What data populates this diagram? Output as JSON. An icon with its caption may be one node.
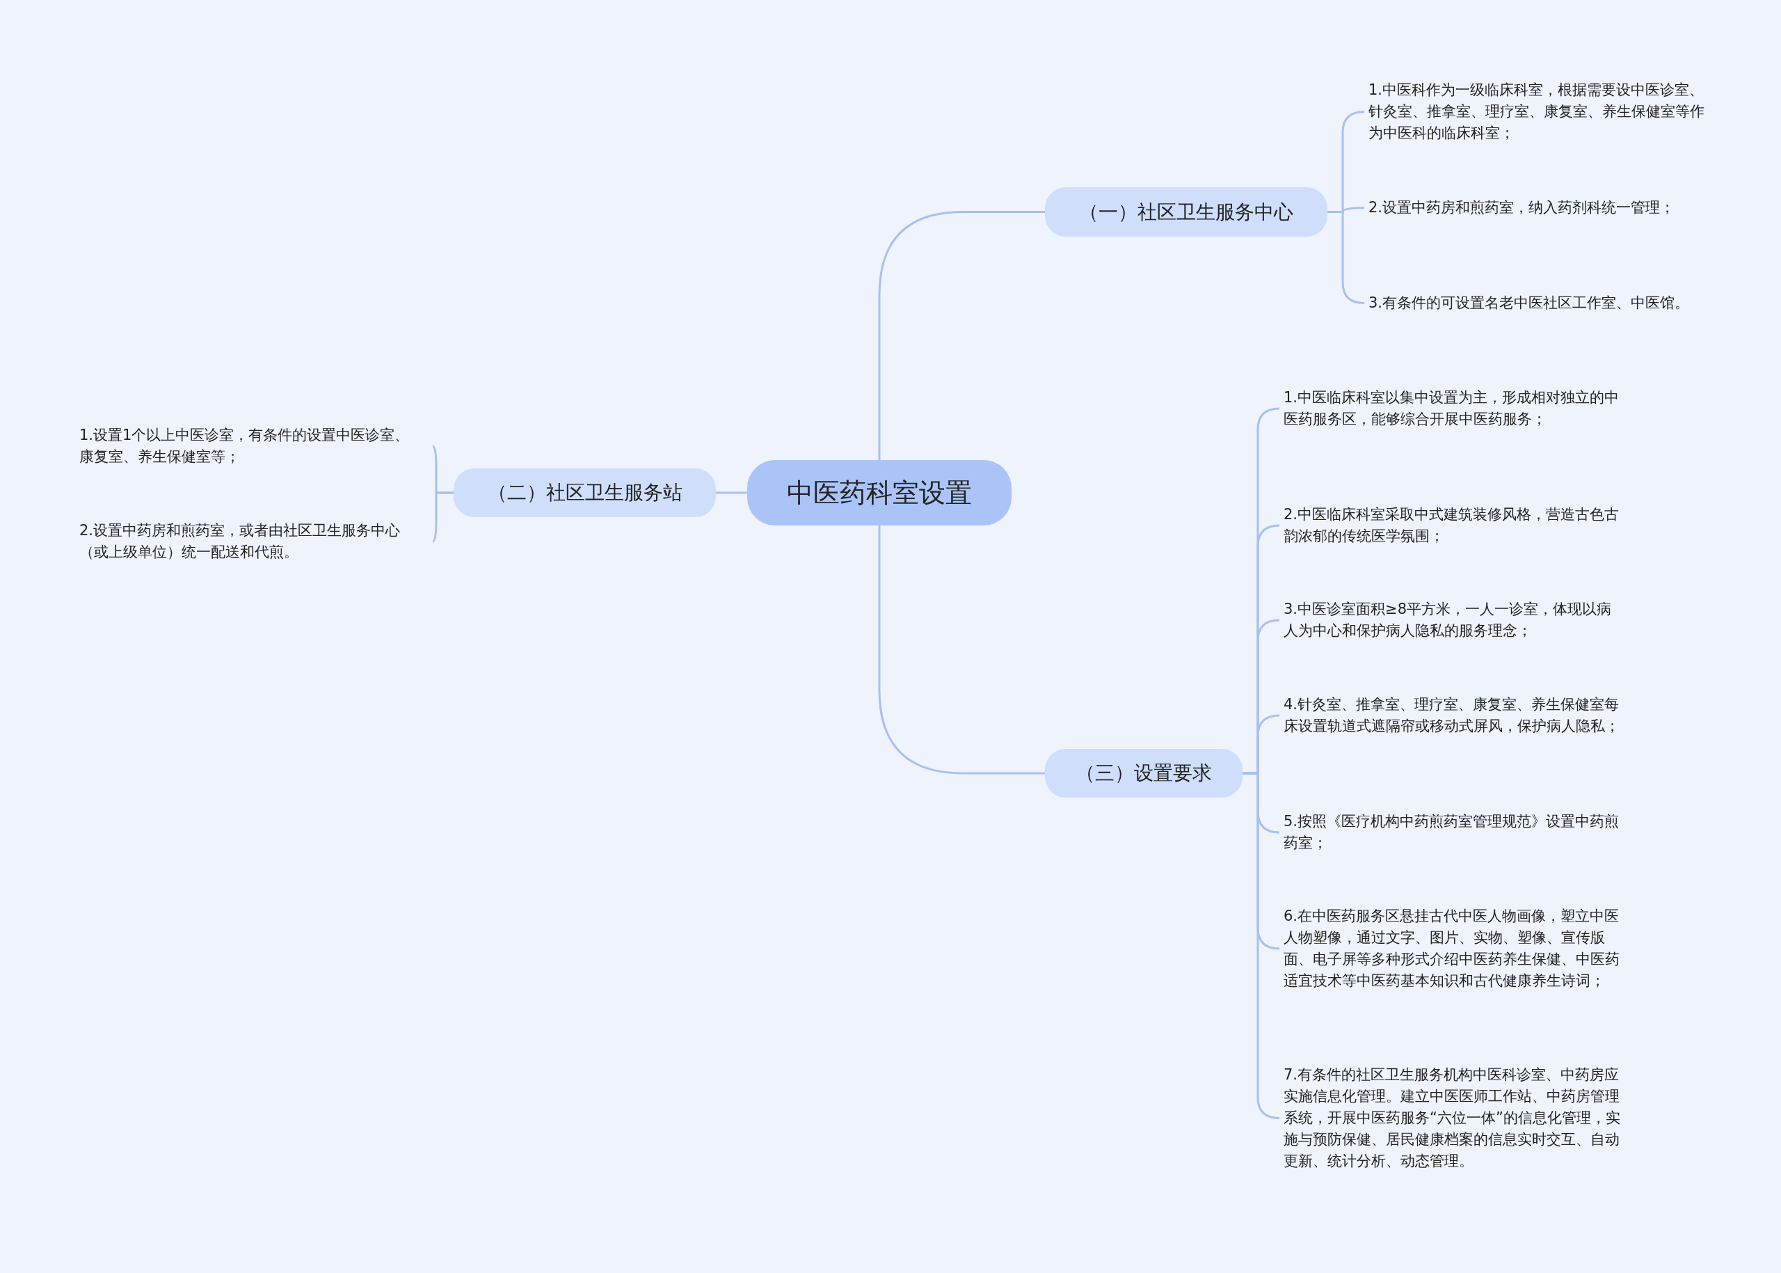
{
  "diagram": {
    "nodes": [
      {
        "text": [
          "中医药科室设置"
        ]
      },
      {
        "text": [
          "（一）社区卫生服务中心"
        ]
      },
      {
        "text": [
          "1.中医科作为一级临床科室，根据需要设中医诊室、针灸室、推拿室、理疗室、康复室、养生保健室等作为中医科的临床科室；"
        ]
      },
      {
        "text": [
          "2.设置中药房和煎药室，纳入药剂科统一管理；"
        ]
      },
      {
        "text": [
          "3.有条件的可设置名老中医社区工作室、中医馆。"
        ]
      },
      {
        "text": [
          "（二）社区卫生服务站"
        ]
      },
      {
        "text": [
          "1.设置1个以上中医诊室，有条件的设置中医诊室、康复室、养生保健室等；"
        ]
      },
      {
        "text": [
          "2.设置中药房和煎药室，或者由社区卫生服务中心（或上级单位）统一配送和代煎。"
        ]
      },
      {
        "text": [
          "（三）设置要求"
        ]
      },
      {
        "text": [
          "1.中医临床科室以集中设置为主，形成相对独立的中医药服务区，能够综合开展中医药服务；"
        ]
      },
      {
        "text": [
          "2.中医临床科室采取中式建筑装修风格，营造古色古韵浓郁的传统医学氛围；"
        ]
      },
      {
        "text": [
          "3.中医诊室面积≥8平方米，一人一诊室，体现以病人为中心和保护病人隐私的服务理念；"
        ]
      },
      {
        "text": [
          "4.针灸室、推拿室、理疗室、康复室、养生保健室每床设置轨道式遮隔帘或移动式屏风，保护病人隐私；"
        ]
      },
      {
        "text": [
          "5.按照《医疗机构中药煎药室管理规范》设置中药煎药室；"
        ]
      },
      {
        "text": [
          "6.在中医药服务区悬挂古代中医人物画像，塑立中医人物塑像，通过文字、图片、实物、塑像、宣传版面、电子屏等多种形式介绍中医药养生保健、中医药适宜技术等中医药基本知识和古代健康养生诗词；"
        ]
      },
      {
        "text": [
          "7.有条件的社区卫生服务机构中医科诊室、中药房应实施信息化管理。建立中医医师工作站、中药房管理系统，开展中医药服务“六位一体”的信息化管理，实施与预防保健、居民健康档案的信息实时交互、自动更新、统计分析、动态管理。"
        ]
      }
    ],
    "edges": [
      {
        "from": 0,
        "to": 1,
        "arrow": "none"
      },
      {
        "from": 1,
        "to": 2,
        "arrow": "none"
      },
      {
        "from": 1,
        "to": 3,
        "arrow": "none"
      },
      {
        "from": 1,
        "to": 4,
        "arrow": "none"
      },
      {
        "from": 0,
        "to": 5,
        "arrow": "none"
      },
      {
        "from": 5,
        "to": 6,
        "arrow": "none"
      },
      {
        "from": 5,
        "to": 7,
        "arrow": "none"
      },
      {
        "from": 0,
        "to": 8,
        "arrow": "none"
      },
      {
        "from": 8,
        "to": 9,
        "arrow": "none"
      },
      {
        "from": 8,
        "to": 10,
        "arrow": "none"
      },
      {
        "from": 8,
        "to": 11,
        "arrow": "none"
      },
      {
        "from": 8,
        "to": 12,
        "arrow": "none"
      },
      {
        "from": 8,
        "to": 13,
        "arrow": "none"
      },
      {
        "from": 8,
        "to": 14,
        "arrow": "none"
      },
      {
        "from": 8,
        "to": 15,
        "arrow": "none"
      }
    ]
  }
}
